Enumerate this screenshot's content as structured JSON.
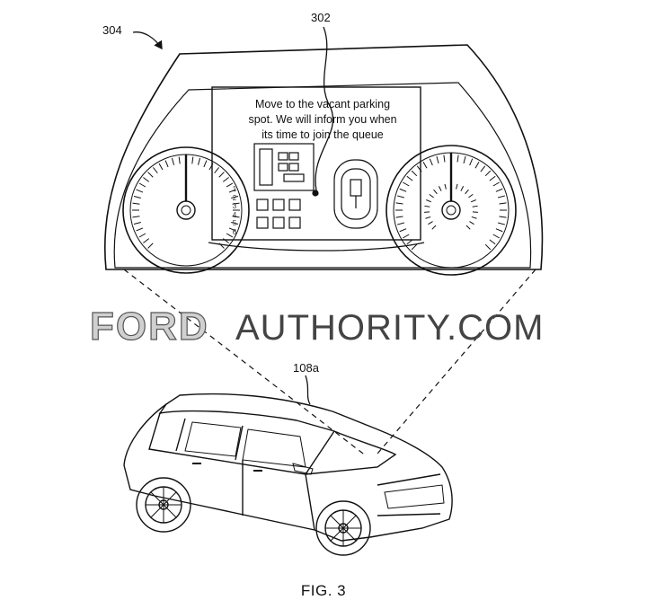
{
  "figure": {
    "caption": "FIG. 3",
    "labels": {
      "cluster_ref": "304",
      "display_ref": "302",
      "vehicle_ref": "108a"
    },
    "display_message": [
      "Move to the vacant parking",
      "spot. We will inform you when",
      "its time to join the queue"
    ],
    "gear_numbers": [
      "1",
      "2",
      "3",
      "4",
      "5",
      "6"
    ]
  },
  "watermark": {
    "brand": "FORD",
    "rest": "AUTHORITY.COM"
  },
  "icons": {
    "dashboard": "instrument-cluster",
    "vehicle": "suv-car"
  }
}
